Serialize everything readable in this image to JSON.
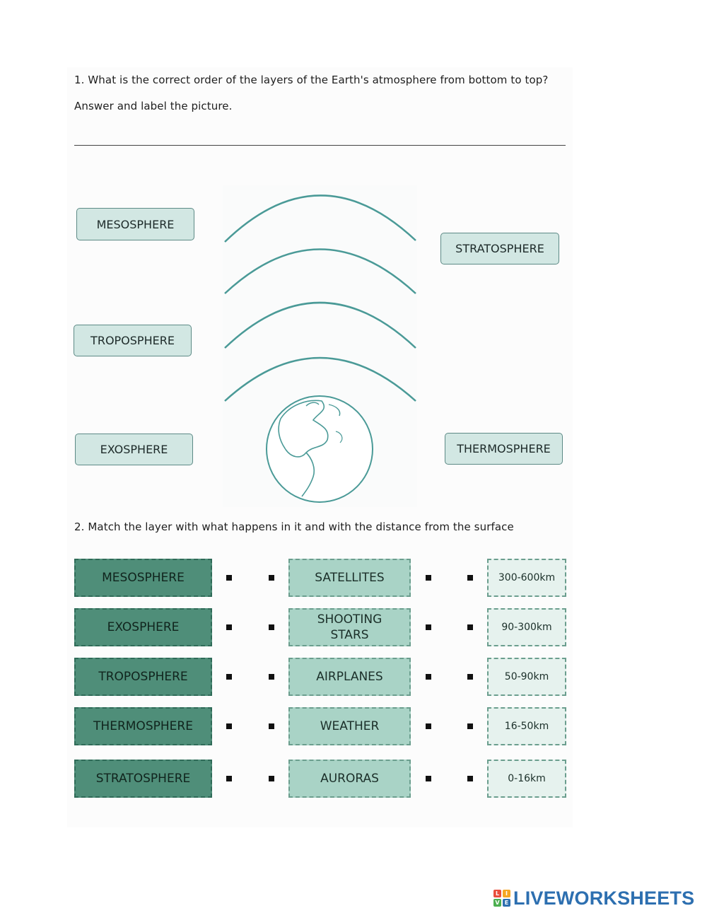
{
  "question1": {
    "line1": "1. What is the correct order of the layers of the Earth's atmosphere from bottom to top?",
    "line2": "Answer and label the picture."
  },
  "labels": {
    "mesosphere": "MESOSPHERE",
    "stratosphere": "STRATOSPHERE",
    "troposphere": "TROPOSPHERE",
    "exosphere": "EXOSPHERE",
    "thermosphere": "THERMOSPHERE"
  },
  "question2": {
    "text": "2. Match the layer with what happens in it and with the distance from the surface"
  },
  "match": {
    "layers": [
      "MESOSPHERE",
      "EXOSPHERE",
      "TROPOSPHERE",
      "THERMOSPHERE",
      "STRATOSPHERE"
    ],
    "events": [
      "SATELLITES",
      "SHOOTING STARS",
      "AIRPLANES",
      "WEATHER",
      "AURORAS"
    ],
    "distances": [
      "300-600km",
      "90-300km",
      "50-90km",
      "16-50km",
      "0-16km"
    ]
  },
  "brand": {
    "name": "LIVEWORKSHEETS",
    "square_letters": [
      "L",
      "I",
      "V",
      "E"
    ],
    "colors": {
      "text": "#2d6fb0",
      "squares": [
        "#e94e3c",
        "#f5a623",
        "#4caf50",
        "#2d6fb0"
      ]
    }
  },
  "colors": {
    "layer_box": "#4f8e79",
    "event_box": "#a9d3c6",
    "distance_box": "#e6f2ee",
    "label_box": "#d2e7e3",
    "diagram_stroke": "#4a9a97"
  }
}
